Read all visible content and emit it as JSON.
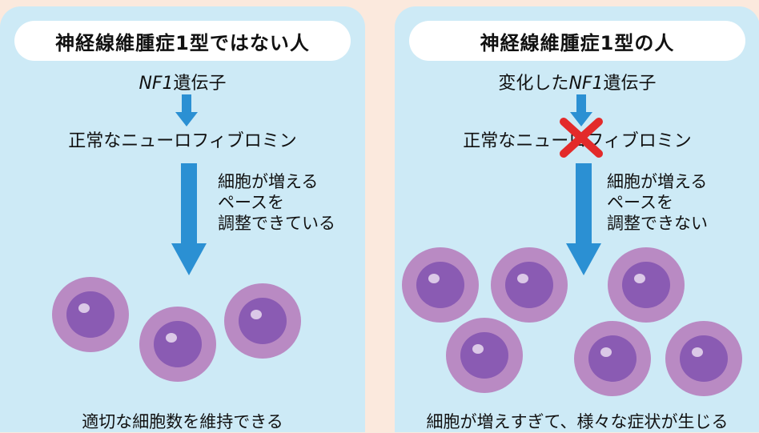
{
  "left": {
    "title": "神経線維腫症1型ではない人",
    "gene_italic": "NF1",
    "gene_suffix": "遺伝子",
    "protein": "正常なニューロフィブロミン",
    "note_lines": [
      "細胞が増える",
      "ペースを",
      "調整できている"
    ],
    "result": "適切な細胞数を維持できる"
  },
  "right": {
    "title": "神経線維腫症1型の人",
    "gene_prefix": "変化した",
    "gene_italic": "NF1",
    "gene_suffix": "遺伝子",
    "protein": "正常なニューロフィブロミン",
    "note_lines": [
      "細胞が増える",
      "ペースを",
      "調整できない"
    ],
    "result": "細胞が増えすぎて、様々な症状が生じる"
  },
  "colors": {
    "background": "#fbe9dd",
    "panel": "#cdeaf6",
    "arrow": "#2b90d3",
    "cross": "#e32a2a",
    "cell_outer": "#b98ac3",
    "cell_nucleus": "#8a5bb3"
  }
}
